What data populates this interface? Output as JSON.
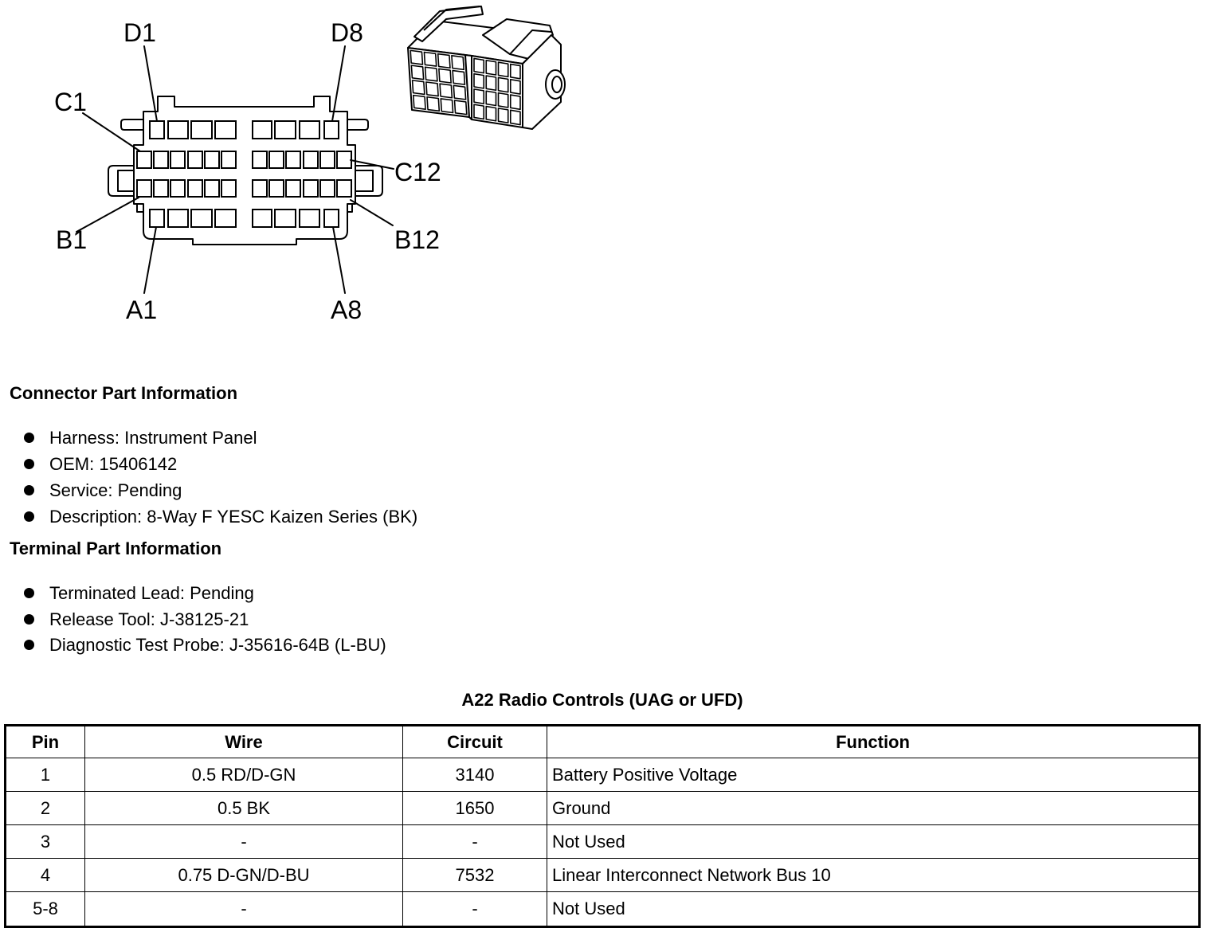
{
  "diagram": {
    "pin_labels": {
      "d1": "D1",
      "d8": "D8",
      "c1": "C1",
      "c12": "C12",
      "b1": "B1",
      "b12": "B12",
      "a1": "A1",
      "a8": "A8"
    }
  },
  "connector_info": {
    "heading": "Connector Part Information",
    "items": [
      "Harness: Instrument Panel",
      "OEM: 15406142",
      "Service: Pending",
      "Description: 8-Way F YESC Kaizen Series (BK)"
    ]
  },
  "terminal_info": {
    "heading": "Terminal Part Information",
    "items": [
      "Terminated Lead: Pending",
      "Release Tool: J-38125-21",
      "Diagnostic Test Probe: J-35616-64B (L-BU)"
    ]
  },
  "table": {
    "title": "A22 Radio Controls (UAG or UFD)",
    "columns": [
      "Pin",
      "Wire",
      "Circuit",
      "Function"
    ],
    "rows": [
      {
        "pin": "1",
        "wire": "0.5 RD/D-GN",
        "circuit": "3140",
        "function": "Battery Positive Voltage"
      },
      {
        "pin": "2",
        "wire": "0.5 BK",
        "circuit": "1650",
        "function": "Ground"
      },
      {
        "pin": "3",
        "wire": "-",
        "circuit": "-",
        "function": "Not Used"
      },
      {
        "pin": "4",
        "wire": "0.75 D-GN/D-BU",
        "circuit": "7532",
        "function": "Linear Interconnect Network Bus 10"
      },
      {
        "pin": "5-8",
        "wire": "-",
        "circuit": "-",
        "function": "Not Used"
      }
    ]
  }
}
